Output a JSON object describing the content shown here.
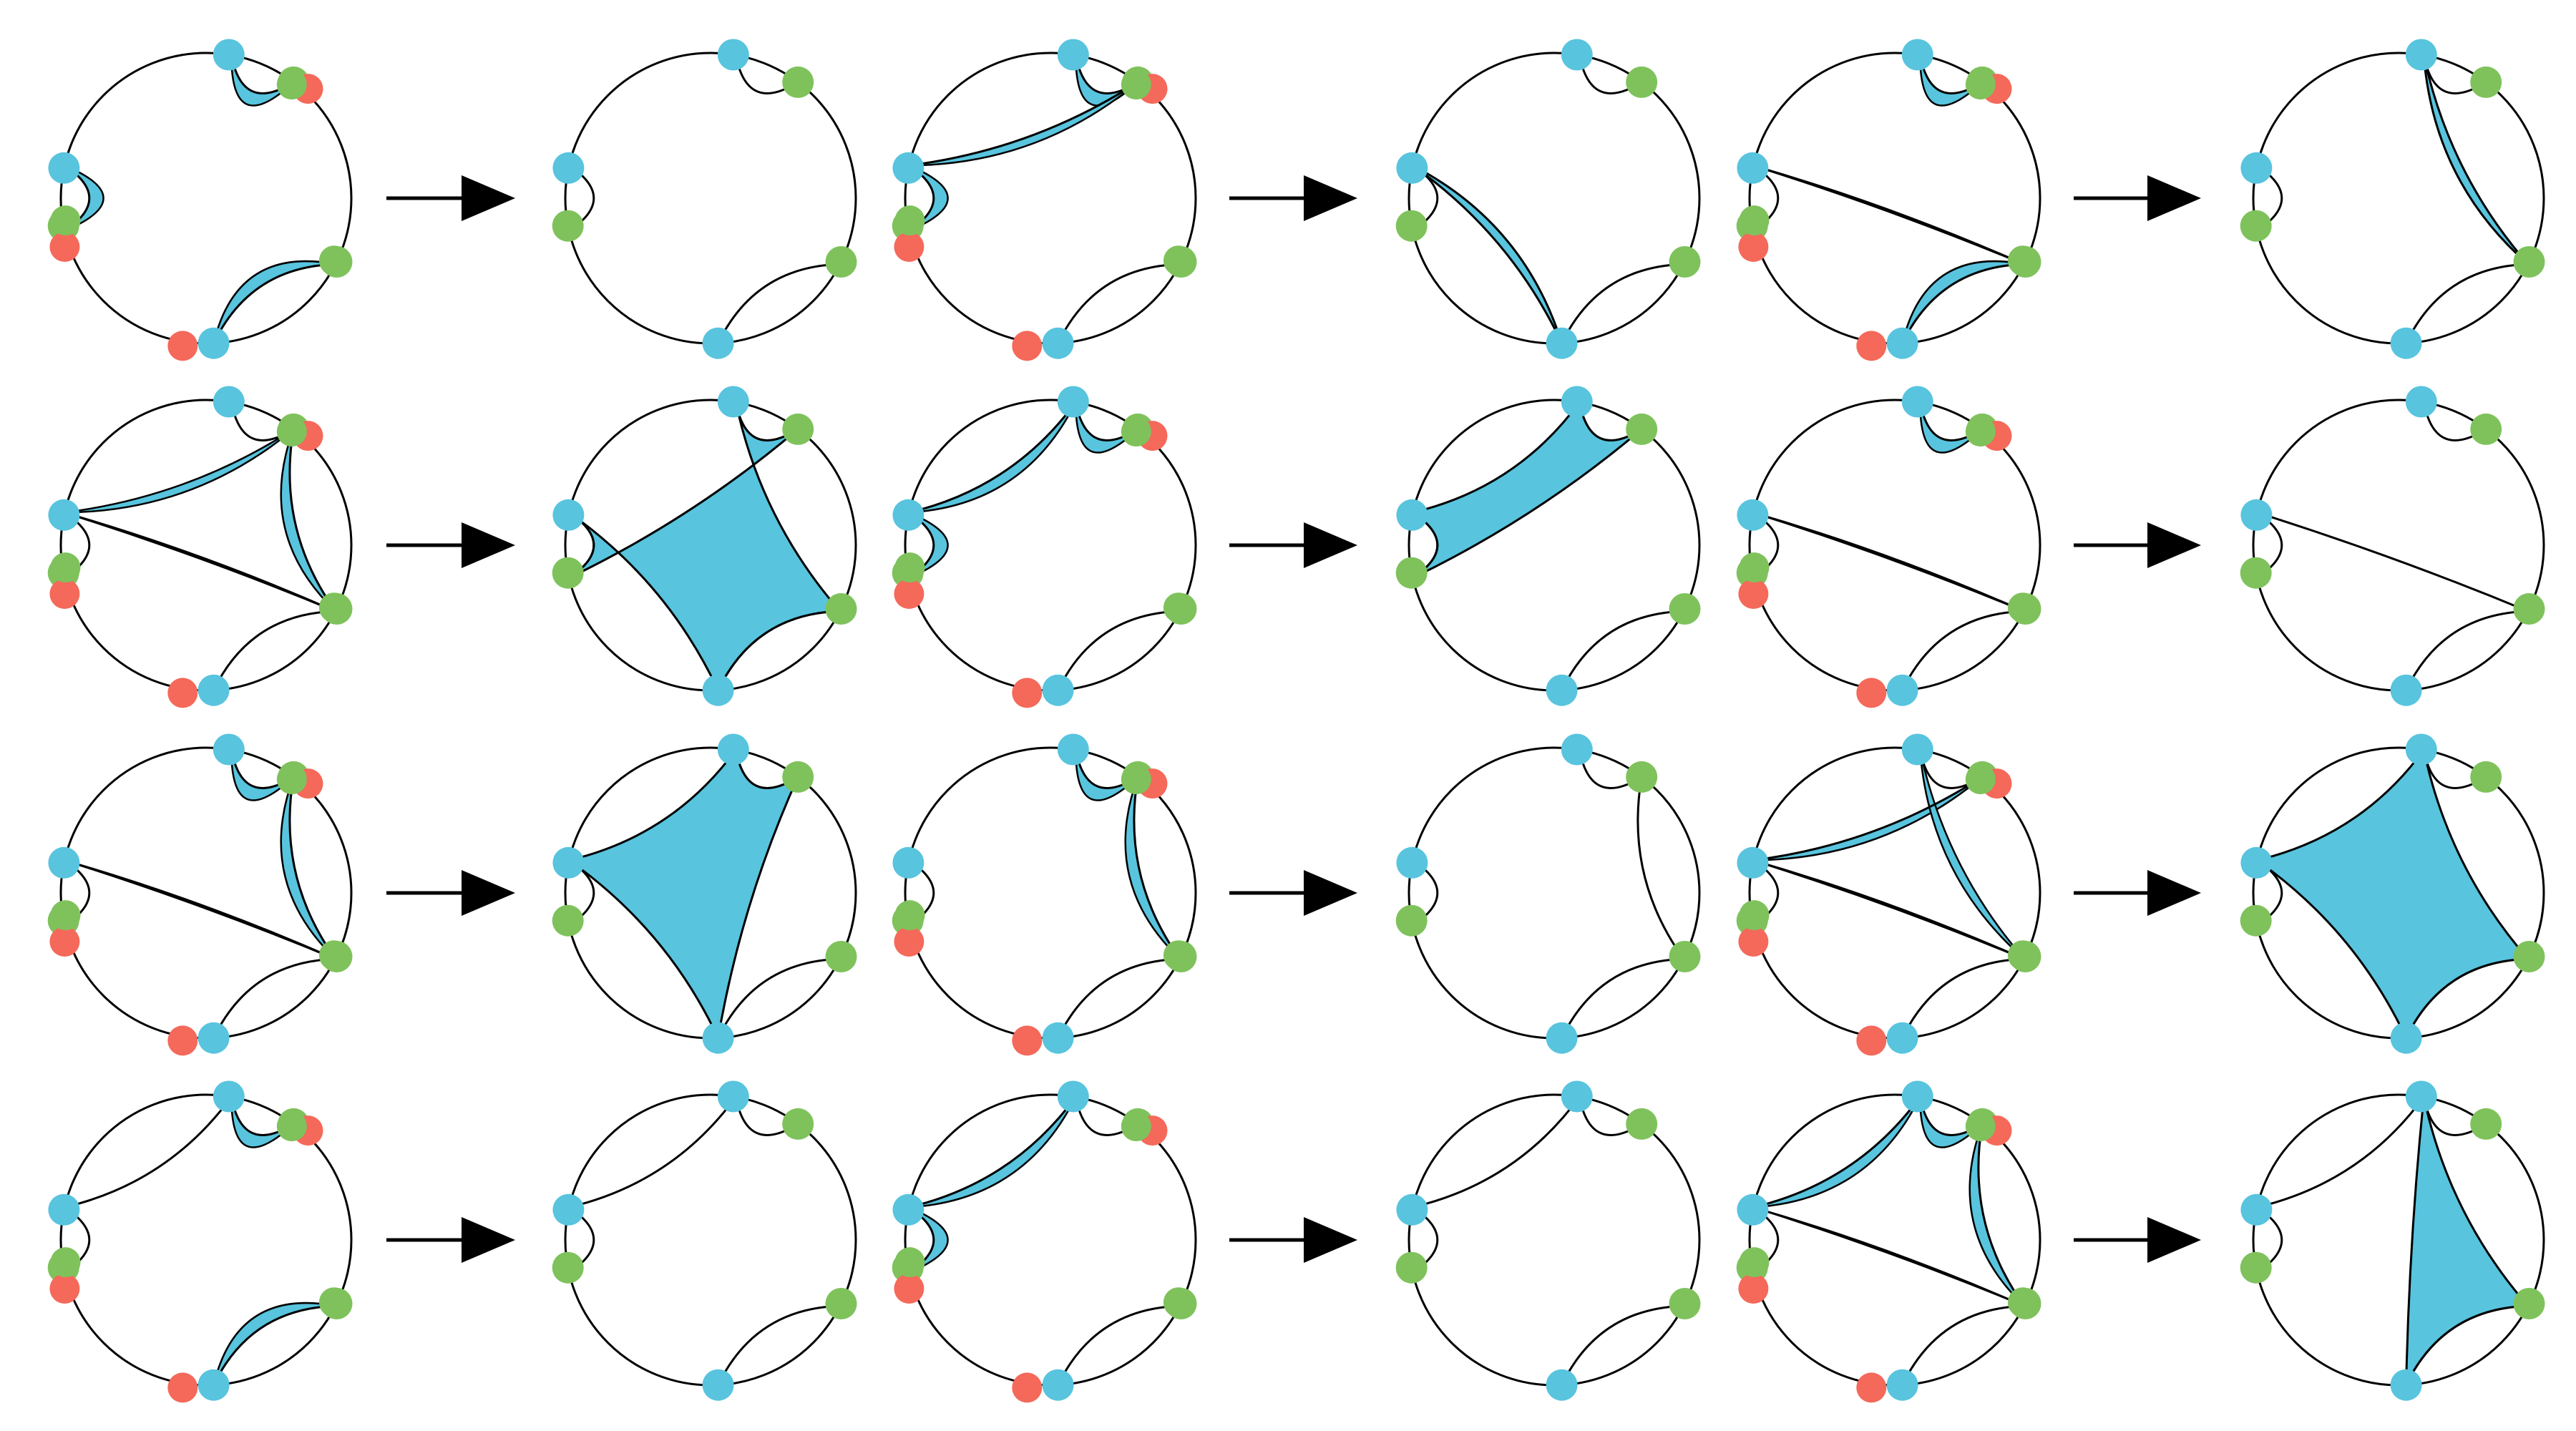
{
  "colors": {
    "background": "#ffffff",
    "stroke": "#000000",
    "region_fill": "#58c4de",
    "node_blue": "#58c4de",
    "node_green": "#7fc25c",
    "node_red": "#f4695a"
  },
  "arrow_icon": "right-arrow-icon",
  "diagram": {
    "layout": {
      "rows": 4,
      "pairs_per_row": 3,
      "panels_per_row": 6
    },
    "pairs": [
      {
        "before": {
          "arcs": [
            [
              0,
              1
            ],
            [
              2,
              3
            ],
            [
              4,
              5
            ]
          ],
          "fills": [],
          "thin_fills": [
            [
              0,
              1
            ],
            [
              2,
              3
            ],
            [
              4,
              5
            ]
          ],
          "nodes": "withRed"
        },
        "after": {
          "arcs": [
            [
              0,
              1
            ],
            [
              2,
              3
            ],
            [
              4,
              5
            ]
          ],
          "fills": [],
          "nodes": "plain"
        }
      },
      {
        "before": {
          "arcs": [
            [
              0,
              1
            ],
            [
              2,
              3
            ],
            [
              4,
              5
            ],
            [
              1,
              3
            ]
          ],
          "fills": [],
          "thin_fills": [
            [
              0,
              1
            ],
            [
              2,
              3
            ],
            [
              1,
              3
            ]
          ],
          "nodes": "withRed"
        },
        "after": {
          "arcs": [
            [
              0,
              1
            ],
            [
              2,
              3
            ],
            [
              4,
              5
            ]
          ],
          "fills": [
            [
              4,
              3
            ]
          ],
          "nodes": "plain"
        }
      },
      {
        "before": {
          "arcs": [
            [
              0,
              1
            ],
            [
              2,
              3
            ],
            [
              4,
              5
            ],
            [
              3,
              5
            ]
          ],
          "fills": [],
          "thin_fills": [
            [
              0,
              1
            ],
            [
              4,
              5
            ],
            [
              3,
              5
            ]
          ],
          "nodes": "withRed"
        },
        "after": {
          "arcs": [
            [
              0,
              1
            ],
            [
              2,
              3
            ],
            [
              4,
              5
            ]
          ],
          "fills": [
            [
              0,
              5
            ]
          ],
          "nodes": "plain"
        }
      },
      {
        "before": {
          "arcs": [
            [
              0,
              1
            ],
            [
              2,
              3
            ],
            [
              4,
              5
            ],
            [
              1,
              5
            ],
            [
              3,
              5
            ]
          ],
          "fills": [],
          "thin_fills": [
            [
              1,
              5
            ],
            [
              3,
              5
            ],
            [
              1,
              3
            ]
          ],
          "nodes": "withRed"
        },
        "after": {
          "arcs": [
            [
              0,
              1
            ],
            [
              2,
              3
            ],
            [
              4,
              5
            ]
          ],
          "fills": [
            [
              0,
              1,
              2,
              3,
              4,
              5
            ]
          ],
          "nodes": "plain"
        }
      },
      {
        "before": {
          "arcs": [
            [
              0,
              1
            ],
            [
              2,
              3
            ],
            [
              4,
              5
            ],
            [
              0,
              3
            ]
          ],
          "fills": [],
          "thin_fills": [
            [
              0,
              1
            ],
            [
              2,
              3
            ],
            [
              0,
              3
            ]
          ],
          "nodes": "withRed"
        },
        "after": {
          "arcs": [
            [
              0,
              1
            ],
            [
              2,
              3
            ],
            [
              4,
              5
            ]
          ],
          "fills": [
            [
              0,
              3,
              2,
              1
            ]
          ],
          "nodes": "plain"
        }
      },
      {
        "before": {
          "arcs": [
            [
              0,
              1
            ],
            [
              2,
              3
            ],
            [
              4,
              5
            ],
            [
              3,
              5
            ]
          ],
          "fills": [],
          "thin_fills": [
            [
              0,
              1
            ],
            [
              3,
              5
            ]
          ],
          "nodes": "withRed"
        },
        "after": {
          "arcs": [
            [
              0,
              1
            ],
            [
              2,
              3
            ],
            [
              4,
              5
            ],
            [
              3,
              5
            ]
          ],
          "fills": [],
          "nodes": "plain"
        }
      },
      {
        "before": {
          "arcs": [
            [
              0,
              1
            ],
            [
              2,
              3
            ],
            [
              4,
              5
            ],
            [
              1,
              5
            ],
            [
              3,
              5
            ]
          ],
          "fills": [],
          "thin_fills": [
            [
              0,
              1
            ],
            [
              1,
              5
            ],
            [
              3,
              5
            ]
          ],
          "nodes": "withRed"
        },
        "after": {
          "arcs": [
            [
              0,
              1
            ],
            [
              2,
              3
            ],
            [
              4,
              5
            ]
          ],
          "fills": [
            [
              0,
              1,
              4,
              3
            ]
          ],
          "nodes": "plain"
        }
      },
      {
        "before": {
          "arcs": [
            [
              0,
              1
            ],
            [
              2,
              3
            ],
            [
              4,
              5
            ],
            [
              1,
              5
            ]
          ],
          "fills": [],
          "thin_fills": [
            [
              0,
              1
            ],
            [
              1,
              5
            ]
          ],
          "nodes": "withRed"
        },
        "after": {
          "arcs": [
            [
              0,
              1
            ],
            [
              2,
              3
            ],
            [
              4,
              5
            ],
            [
              1,
              5
            ]
          ],
          "fills": [],
          "nodes": "plain"
        }
      },
      {
        "before": {
          "arcs": [
            [
              0,
              1
            ],
            [
              2,
              3
            ],
            [
              4,
              5
            ],
            [
              1,
              3
            ],
            [
              3,
              5
            ]
          ],
          "fills": [],
          "thin_fills": [
            [
              1,
              3
            ],
            [
              3,
              5
            ],
            [
              0,
              5
            ]
          ],
          "nodes": "withRed"
        },
        "after": {
          "arcs": [
            [
              0,
              1
            ],
            [
              2,
              3
            ],
            [
              4,
              5
            ]
          ],
          "fills": [
            [
              0,
              5,
              4,
              3
            ]
          ],
          "nodes": "plain"
        }
      },
      {
        "before": {
          "arcs": [
            [
              0,
              1
            ],
            [
              2,
              3
            ],
            [
              4,
              5
            ],
            [
              0,
              3
            ]
          ],
          "fills": [],
          "thin_fills": [
            [
              0,
              1
            ],
            [
              4,
              5
            ]
          ],
          "nodes": "withRed"
        },
        "after": {
          "arcs": [
            [
              0,
              1
            ],
            [
              2,
              3
            ],
            [
              4,
              5
            ],
            [
              0,
              3
            ]
          ],
          "fills": [],
          "nodes": "plain"
        }
      },
      {
        "before": {
          "arcs": [
            [
              0,
              1
            ],
            [
              2,
              3
            ],
            [
              4,
              5
            ],
            [
              0,
              3
            ]
          ],
          "fills": [],
          "thin_fills": [
            [
              2,
              3
            ],
            [
              0,
              3
            ]
          ],
          "nodes": "withRed"
        },
        "after": {
          "arcs": [
            [
              0,
              1
            ],
            [
              2,
              3
            ],
            [
              4,
              5
            ],
            [
              0,
              3
            ]
          ],
          "fills": [],
          "nodes": "plain"
        }
      },
      {
        "before": {
          "arcs": [
            [
              0,
              1
            ],
            [
              2,
              3
            ],
            [
              4,
              5
            ],
            [
              1,
              5
            ],
            [
              0,
              3
            ]
          ],
          "fills": [],
          "thin_fills": [
            [
              1,
              5
            ],
            [
              0,
              3
            ],
            [
              0,
              1
            ],
            [
              3,
              5
            ]
          ],
          "nodes": "withRed"
        },
        "after": {
          "arcs": [
            [
              0,
              1
            ],
            [
              2,
              3
            ],
            [
              4,
              5
            ],
            [
              0,
              3
            ]
          ],
          "fills": [
            [
              0,
              5,
              4
            ]
          ],
          "nodes": "plain"
        }
      }
    ]
  }
}
